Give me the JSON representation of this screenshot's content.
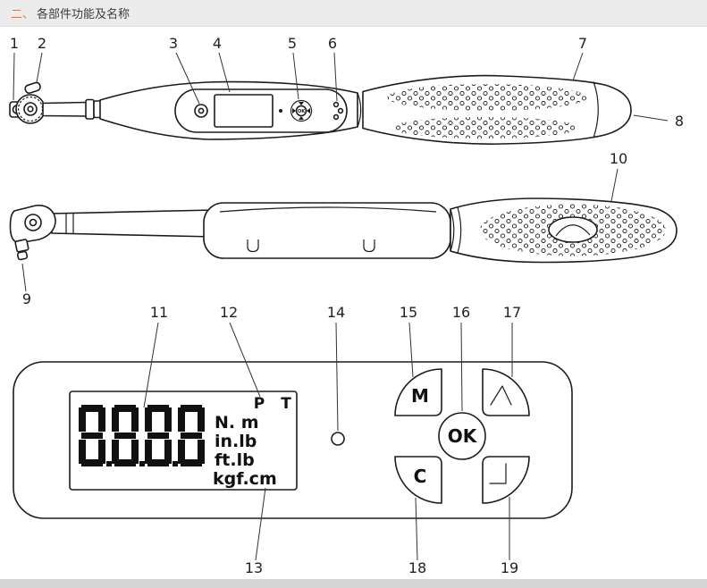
{
  "header": {
    "section_prefix": "二、",
    "section_title": "各部件功能及名称"
  },
  "callouts": [
    "1",
    "2",
    "3",
    "4",
    "5",
    "6",
    "7",
    "8",
    "9",
    "10",
    "11",
    "12",
    "13",
    "14",
    "15",
    "16",
    "17",
    "18",
    "19"
  ],
  "panel": {
    "lcd_value": "8.8.8.8",
    "p_label": "P",
    "t_label": "T",
    "units": [
      "N. m",
      "in.lb",
      "ft.lb",
      "kgf.cm"
    ],
    "buttons": {
      "mode": "M",
      "ok": "OK",
      "clear": "C"
    }
  }
}
